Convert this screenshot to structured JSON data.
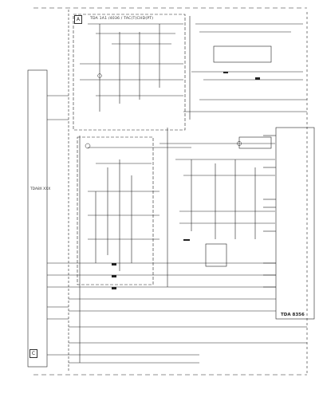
{
  "sheet": {
    "corner_a": "A",
    "corner_c": "C",
    "header_text": "TDA 1A1 /4036 / TAC(T)CHD(PT)",
    "chip_label": "TDA 8356",
    "vertical_label": "TDA8X XXX"
  },
  "colors": {
    "ink": "#222222",
    "paper": "#ffffff",
    "faint": "#888888"
  }
}
